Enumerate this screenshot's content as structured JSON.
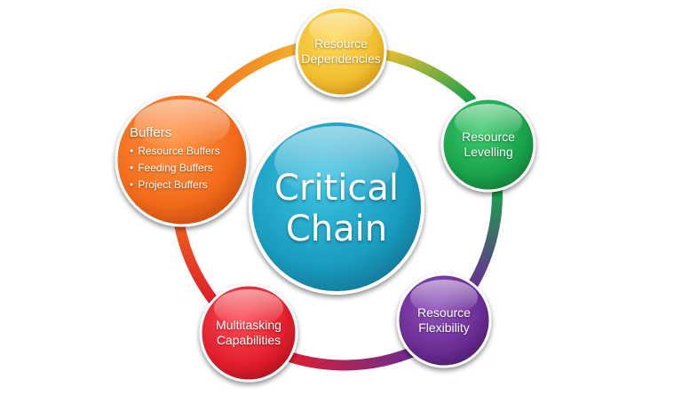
{
  "center": {
    "line1": "Critical",
    "line2": "Chain",
    "color": "#1a9bbf"
  },
  "nodes": {
    "resource_dependencies": {
      "line1": "Resource",
      "line2": "Dependencies",
      "color": "#f1bd2e"
    },
    "resource_levelling": {
      "line1": "Resource",
      "line2": "Levelling",
      "color": "#1aa14b"
    },
    "resource_flexibility": {
      "line1": "Resource",
      "line2": "Flexibility",
      "color": "#6a2c93"
    },
    "multitasking_capabilities": {
      "line1": "Multitasking",
      "line2": "Capabilities",
      "color": "#e01e2b"
    },
    "buffers": {
      "title": "Buffers",
      "items": [
        "Resource Buffers",
        "Feeding Buffers",
        "Project Buffers"
      ],
      "color": "#f26a1b"
    }
  }
}
